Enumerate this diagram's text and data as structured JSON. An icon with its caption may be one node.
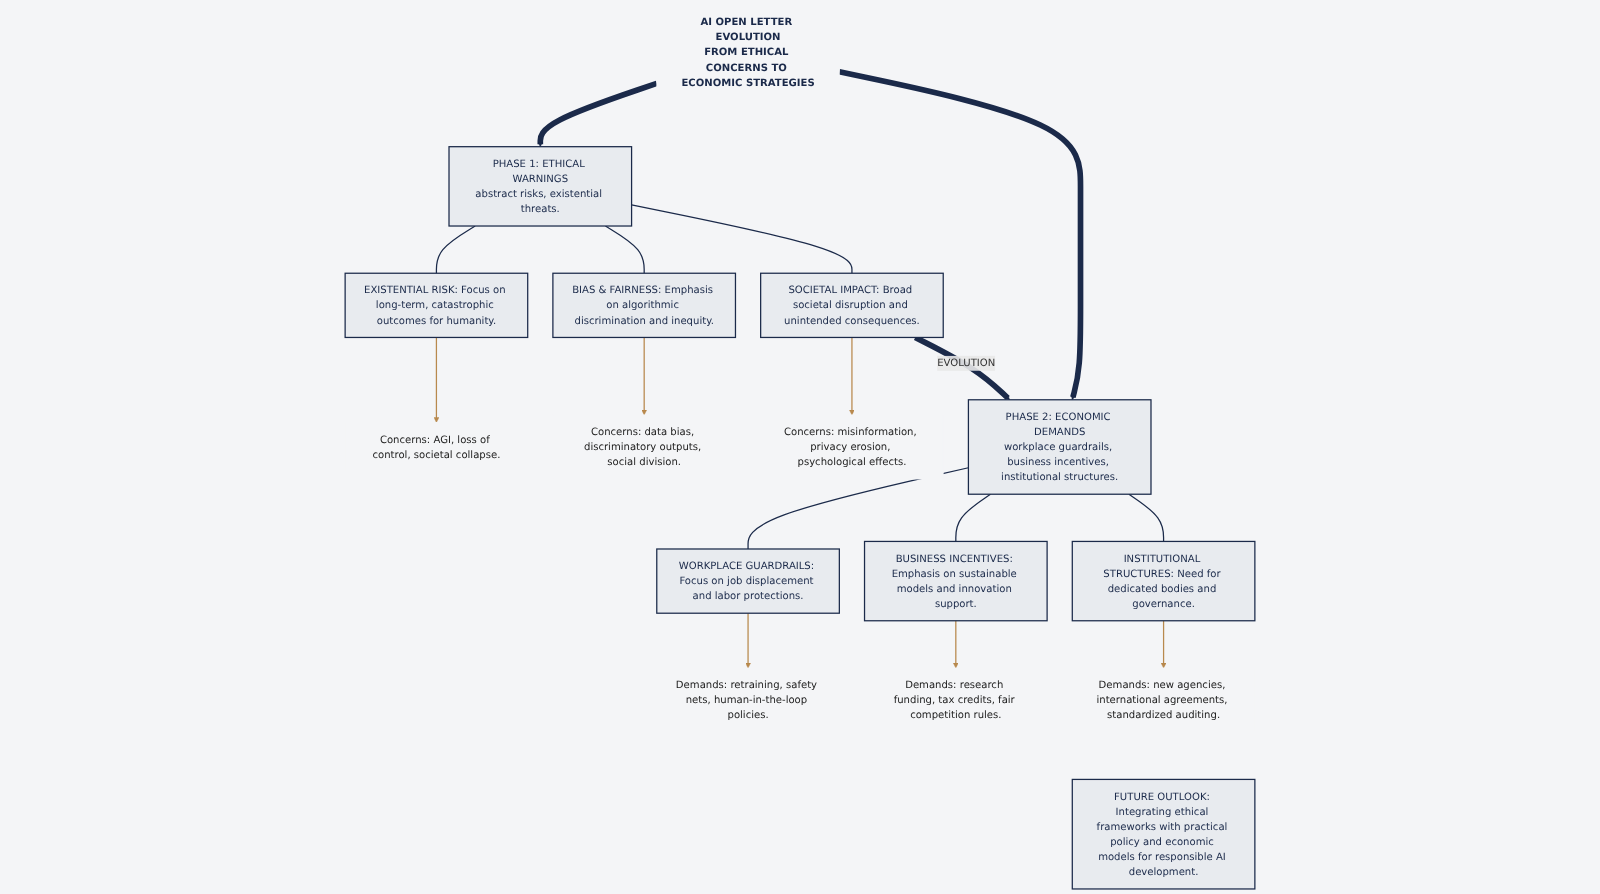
{
  "diagram": {
    "nodes": [
      {
        "text": [
          "AI OPEN LETTER EVOLUTION",
          "FROM ETHICAL CONCERNS TO ECONOMIC STRATEGIES"
        ]
      },
      {
        "text": [
          "PHASE 1: ETHICAL WARNINGS",
          "abstract risks, existential threats."
        ]
      },
      {
        "text": [
          "EXISTENTIAL RISK: Focus on long-term, catastrophic outcomes for humanity."
        ]
      },
      {
        "text": [
          "Concerns: AGI, loss of control, societal collapse."
        ]
      },
      {
        "text": [
          "BIAS & FAIRNESS: Emphasis on algorithmic discrimination and inequity."
        ]
      },
      {
        "text": [
          "Concerns: data bias, discriminatory outputs, social division."
        ]
      },
      {
        "text": [
          "SOCIETAL IMPACT: Broad societal disruption and unintended consequences."
        ]
      },
      {
        "text": [
          "Concerns: misinformation, privacy erosion, psychological effects."
        ]
      },
      {
        "text": [
          "PHASE 2: ECONOMIC DEMANDS",
          "workplace guardrails, business incentives, institutional structures."
        ]
      },
      {
        "text": [
          "WORKPLACE GUARDRAILS: Focus on job displacement and labor protections."
        ]
      },
      {
        "text": [
          "Demands: retraining, safety nets, human-in-the-loop policies."
        ]
      },
      {
        "text": [
          "BUSINESS INCENTIVES: Emphasis on sustainable models and innovation support."
        ]
      },
      {
        "text": [
          "Demands: research funding, tax credits, fair competition rules."
        ]
      },
      {
        "text": [
          "INSTITUTIONAL STRUCTURES: Need for dedicated bodies and governance."
        ]
      },
      {
        "text": [
          "Demands: new agencies, international agreements, standardized auditing."
        ]
      },
      {
        "text": [
          "FUTURE OUTLOOK: Integrating ethical frameworks with practical policy and economic models for responsible AI development."
        ]
      }
    ],
    "edges": [
      {
        "from": 0,
        "to": 1,
        "arrow": "to",
        "style": "thick"
      },
      {
        "from": 0,
        "to": 8,
        "arrow": "to",
        "style": "thick"
      },
      {
        "from": 1,
        "to": 2,
        "arrow": "none"
      },
      {
        "from": 1,
        "to": 4,
        "arrow": "none"
      },
      {
        "from": 1,
        "to": 6,
        "arrow": "none"
      },
      {
        "from": 2,
        "to": 3,
        "arrow": "to",
        "color": "#b8894d"
      },
      {
        "from": 4,
        "to": 5,
        "arrow": "to",
        "color": "#b8894d"
      },
      {
        "from": 6,
        "to": 7,
        "arrow": "to",
        "color": "#b8894d"
      },
      {
        "from": 6,
        "to": 8,
        "label": "EVOLUTION",
        "arrow": "to",
        "style": "thick"
      },
      {
        "from": 8,
        "to": 9,
        "arrow": "none"
      },
      {
        "from": 8,
        "to": 11,
        "arrow": "none"
      },
      {
        "from": 8,
        "to": 13,
        "arrow": "none"
      },
      {
        "from": 9,
        "to": 10,
        "arrow": "to",
        "color": "#b8894d"
      },
      {
        "from": 11,
        "to": 12,
        "arrow": "to",
        "color": "#b8894d"
      },
      {
        "from": 13,
        "to": 14,
        "arrow": "to",
        "color": "#b8894d"
      }
    ]
  }
}
